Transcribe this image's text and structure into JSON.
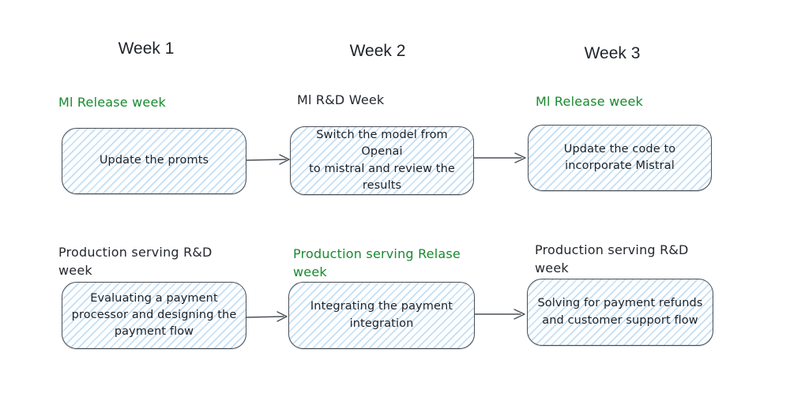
{
  "colors": {
    "green_label": "#178a2e",
    "ink_label": "#24282e",
    "box_stroke": "#494f57",
    "box_hatch_blue": "#8cc0e8",
    "arrow": "#4a5058",
    "background": "#ffffff"
  },
  "headers": [
    {
      "label": "Week 1"
    },
    {
      "label": "Week 2"
    },
    {
      "label": "Week 3"
    }
  ],
  "rows": [
    {
      "name": "ml-track",
      "cells": [
        {
          "tag": "Ml Release week",
          "tag_color": "green",
          "box": "Update the promts"
        },
        {
          "tag": "Ml R&D Week",
          "tag_color": "ink",
          "box": "Switch the model from Openai\nto mistral and review the\nresults"
        },
        {
          "tag": "Ml Release week",
          "tag_color": "green",
          "box": "Update the code to\nincorporate Mistral"
        }
      ]
    },
    {
      "name": "production-track",
      "cells": [
        {
          "tag": "Production serving R&D\nweek",
          "tag_color": "ink",
          "box": "Evaluating a payment\nprocessor and designing the\npayment flow"
        },
        {
          "tag": "Production serving Relase\nweek",
          "tag_color": "green",
          "box": "Integrating the payment\nintegration"
        },
        {
          "tag": "Production serving R&D\nweek",
          "tag_color": "ink",
          "box": "Solving for payment refunds\nand customer support flow"
        }
      ]
    }
  ]
}
